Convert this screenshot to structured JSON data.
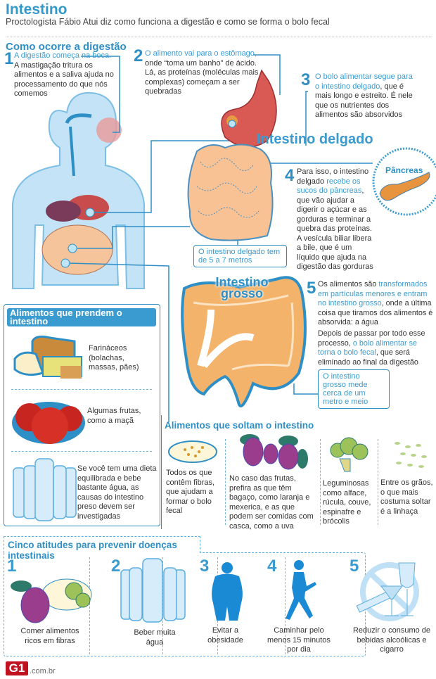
{
  "header": {
    "title": "Intestino",
    "subtitle": "Proctologista Fábio Atui diz como funciona a digestão e como se forma o bolo fecal"
  },
  "digestion": {
    "title": "Como ocorre a digestão",
    "steps": [
      {
        "num": "1",
        "highlight": "A digestão começa na boca.",
        "text": "A mastigação tritura os alimentos e a saliva ajuda no processamento do que nós comemos"
      },
      {
        "num": "2",
        "highlight": "O alimento vai para o estômago,",
        "text": "onde “toma um banho” de ácido. Lá, as proteínas (moléculas mais complexas) começam a ser quebradas"
      },
      {
        "num": "3",
        "highlight": "O bolo alimentar segue para o intestino delgado",
        "text": ", que é mais longo e estreito. É nele que os nutrientes dos alimentos são absorvidos"
      },
      {
        "num": "4",
        "pre": "Para isso, o intestino delgado ",
        "highlight": "recebe os sucos do pâncreas",
        "text": ", que vão ajudar a digerir o açúcar e as gorduras e terminar a quebra das proteínas. A vesícula biliar libera a bile, que é um líquido que ajuda na digestão das gorduras"
      },
      {
        "num": "5",
        "pre": "Os alimentos são ",
        "highlight": "transformados em partículas menores e entram no intestino grosso",
        "text": ", onde a última coisa que tiramos dos alimentos é absorvida: a água",
        "pre2": "Depois de passar por todo esse processo, ",
        "highlight2": "o bolo alimentar se torna o bolo fecal",
        "text2": ", que será eliminado ao final da digestão"
      }
    ],
    "small_intestine_label": "Intestino delgado",
    "small_intestine_note": "O intestino delgado tem de 5 a 7 metros",
    "pancreas_label": "Pâncreas",
    "large_intestine_label": "Intestino grosso",
    "large_intestine_note": "O intestino grosso mede cerca de um metro e meio"
  },
  "hold": {
    "title": "Alimentos que prendem o intestino",
    "items": [
      {
        "icon": "bread-icon",
        "text": "Farináceos (bolachas, massas, pães)"
      },
      {
        "icon": "apple-icon",
        "text": "Algumas frutas, como a maçã"
      },
      {
        "icon": "water-bottles-icon",
        "text": "Se você tem uma dieta equilibrada e bebe bastante água, as causas do intestino preso devem ser investigadas"
      }
    ]
  },
  "loosen": {
    "title": "Alimentos que soltam o intestino",
    "items": [
      {
        "icon": "fiber-plate-icon",
        "text": "Todos os que contêm fibras, que ajudam a formar o bolo fecal"
      },
      {
        "icon": "grapes-icon",
        "text": "No caso das frutas, prefira as que têm bagaço, como laranja e mexerica, e as que podem ser comidas com casca, como a uva"
      },
      {
        "icon": "broccoli-icon",
        "text": "Leguminosas como alface, rúcula, couve, espinafre e brócolis"
      },
      {
        "icon": "flaxseed-icon",
        "text": "Entre os grãos, o que mais costuma soltar é a linhaça"
      }
    ]
  },
  "prevent": {
    "title": "Cinco atitudes para prevenir doenças intestinais",
    "items": [
      {
        "num": "1",
        "icon": "fiber-foods-icon",
        "text": "Comer alimentos ricos em fibras"
      },
      {
        "num": "2",
        "icon": "water-bottles-icon",
        "text": "Beber muita água"
      },
      {
        "num": "3",
        "icon": "obese-person-icon",
        "text": "Evitar a obesidade"
      },
      {
        "num": "4",
        "icon": "walking-person-icon",
        "text": "Caminhar pelo menos 15 minutos por dia"
      },
      {
        "num": "5",
        "icon": "no-alcohol-smoking-icon",
        "text": "Reduzir o consumo de bebidas alcoólicas e cigarro"
      }
    ]
  },
  "footer": {
    "logo": "G1",
    "domain": ".com.br"
  },
  "colors": {
    "accent": "#2e8fc6",
    "text": "#333333",
    "organ": "#f7c08f",
    "stomach": "#d9534f",
    "body": "#bfe0f5"
  }
}
